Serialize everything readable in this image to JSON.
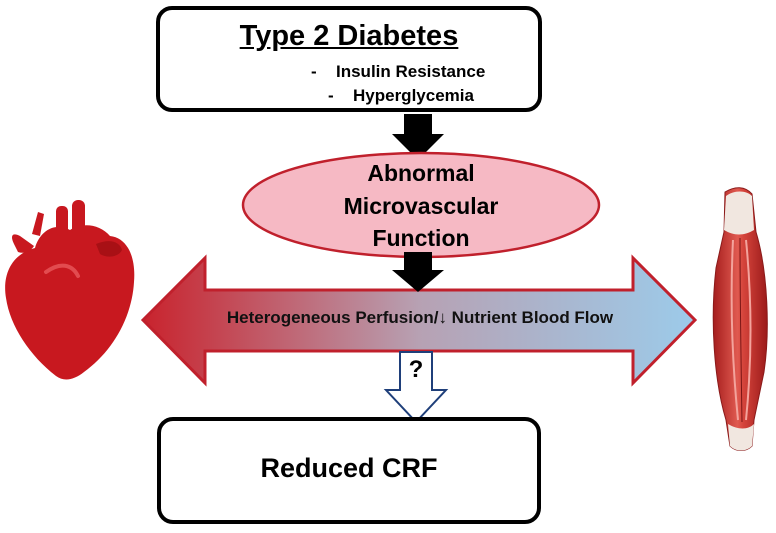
{
  "top_box": {
    "title": "Type 2 Diabetes",
    "bullet_marker": "-",
    "items": [
      "Insulin Resistance",
      "Hyperglycemia"
    ]
  },
  "middle": {
    "lines": [
      "Abnormal",
      "Microvascular",
      "Function"
    ]
  },
  "double_arrow": {
    "label": "Heterogeneous Perfusion/↓ Nutrient Blood Flow"
  },
  "uncertain_link": {
    "symbol": "?"
  },
  "bottom_box": {
    "title": "Reduced CRF"
  },
  "colors": {
    "ellipse_fill": "#f6b9c4",
    "ellipse_stroke": "#c0202c",
    "arrow_red": "#c9232d",
    "arrow_blue": "#9ccbea",
    "heart": "#c8181f",
    "muscle": "#c42a2a"
  },
  "icons": [
    "heart-icon",
    "muscle-icon"
  ]
}
